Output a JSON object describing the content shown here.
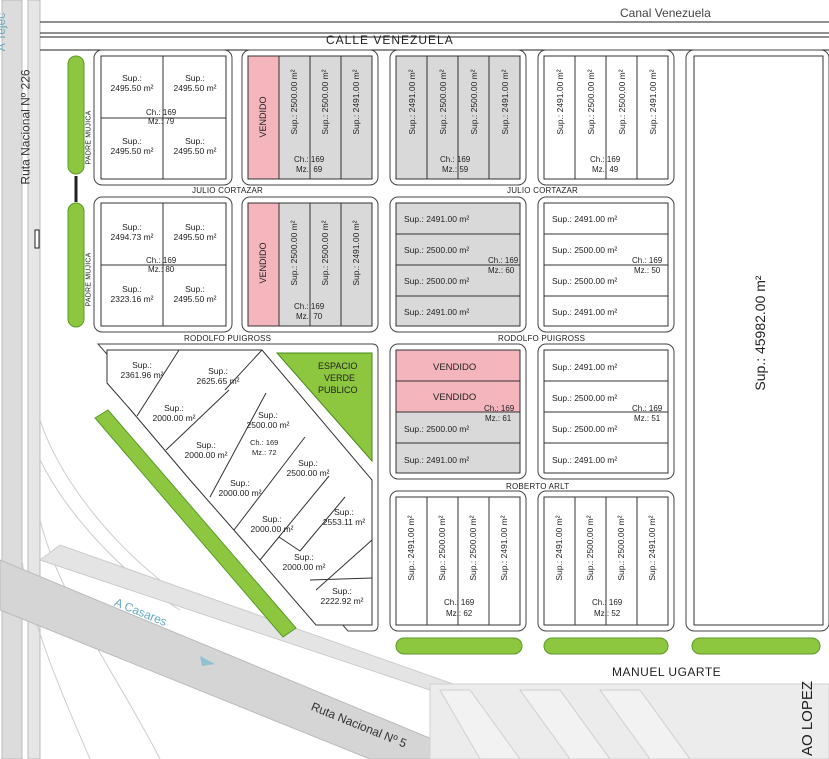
{
  "roads": {
    "canal": "Canal Venezuela",
    "calle_venezuela": "CALLE  VENEZUELA",
    "manuel_ugarte": "MANUEL UGARTE",
    "a_tejedor": "A Tejec",
    "ruta_226": "Ruta Nacional Nº 226",
    "a_casares": "A Casares",
    "ruta_5": "Ruta Nacional Nº 5",
    "lopez": "AO LOPEZ"
  },
  "streets": {
    "julio_cortazar": "JULIO CORTAZAR",
    "rodolfo_puigross": "RODOLFO PUIGROSS",
    "roberto_arlt": "ROBERTO ARLT",
    "padre_mujica": "PADRE MUJICA"
  },
  "labels": {
    "vendido": "VENDIDO",
    "espacio_verde": [
      "ESPACIO",
      "VERDE",
      "PUBLICO"
    ],
    "ch": "Ch.: 169"
  },
  "blocks": {
    "mz79": {
      "mz": "Mz.: 79",
      "lots": [
        "Sup.:\n2495.50 m²",
        "Sup.:\n2495.50 m²",
        "Sup.:\n2495.50 m²",
        "Sup.:\n2495.50 m²"
      ]
    },
    "mz80": {
      "mz": "Mz.: 80",
      "lots": [
        "Sup.:\n2494.73 m²",
        "Sup.:\n2495.50 m²",
        "Sup.:\n2323.16 m²",
        "Sup.:\n2495.50 m²"
      ]
    },
    "mz69": {
      "mz": "Mz.: 69",
      "lots": [
        "Sup.: 2500.00 m²",
        "Sup.: 2500.00 m²",
        "Sup.: 2491.00 m²"
      ]
    },
    "mz70": {
      "mz": "Mz.: 70",
      "lots": [
        "Sup.: 2500.00 m²",
        "Sup.: 2500.00 m²",
        "Sup.: 2491.00 m²"
      ]
    },
    "mz59": {
      "mz": "Mz.: 59",
      "lots": [
        "Sup.: 2491.00 m²",
        "Sup.: 2500.00 m²",
        "Sup.: 2500.00 m²",
        "Sup.: 2491.00 m²"
      ]
    },
    "mz49": {
      "mz": "Mz.: 49",
      "lots": [
        "Sup.: 2491.00 m²",
        "Sup.: 2500.00 m²",
        "Sup.: 2500.00 m²",
        "Sup.: 2491.00 m²"
      ]
    },
    "mz60": {
      "mz": "Mz.: 60",
      "lots": [
        "Sup.: 2491.00 m²",
        "Sup.: 2500.00 m²",
        "Sup.: 2500.00 m²",
        "Sup.: 2491.00 m²"
      ]
    },
    "mz50": {
      "mz": "Mz.: 50",
      "lots": [
        "Sup.: 2491.00 m²",
        "Sup.: 2500.00 m²",
        "Sup.: 2500.00 m²",
        "Sup.: 2491.00 m²"
      ]
    },
    "mz61": {
      "mz": "Mz.: 61",
      "lots": [
        "Sup.: 2500.00 m²",
        "Sup.: 2491.00 m²"
      ]
    },
    "mz51": {
      "mz": "Mz.: 51",
      "lots": [
        "Sup.: 2491.00 m²",
        "Sup.: 2500.00 m²",
        "Sup.: 2500.00 m²",
        "Sup.: 2491.00 m²"
      ]
    },
    "mz62": {
      "mz": "Mz.: 62",
      "lots": [
        "Sup.: 2491.00 m²",
        "Sup.: 2500.00 m²",
        "Sup.: 2500.00 m²",
        "Sup.: 2491.00 m²"
      ]
    },
    "mz52": {
      "mz": "Mz.: 52",
      "lots": [
        "Sup.: 2491.00 m²",
        "Sup.: 2500.00 m²",
        "Sup.: 2500.00 m²",
        "Sup.: 2491.00 m²"
      ]
    },
    "mz72": {
      "mz": "Mz.: 72",
      "lots": [
        "Sup.:\n2361.96 m²",
        "Sup.:\n2625.65 m²",
        "Sup.:\n2000.00 m²",
        "Sup.:\n2500.00 m²",
        "Sup.:\n2000.00 m²",
        "Sup.:\n2500.00 m²",
        "Sup.:\n2000.00 m²",
        "Sup.:\n2553.11 m²",
        "Sup.:\n2000.00 m²",
        "Sup.:\n2000.00 m²",
        "Sup.:\n2222.92 m²"
      ]
    },
    "large": {
      "lot": "Sup.: 45982.00 m²"
    }
  },
  "colors": {
    "sold": "#f4b6bc",
    "gray_block": "#d9d9d9",
    "green": "#8dc63f",
    "green_dark": "#4a8a1c",
    "road_gray": "#d6d6d6"
  }
}
